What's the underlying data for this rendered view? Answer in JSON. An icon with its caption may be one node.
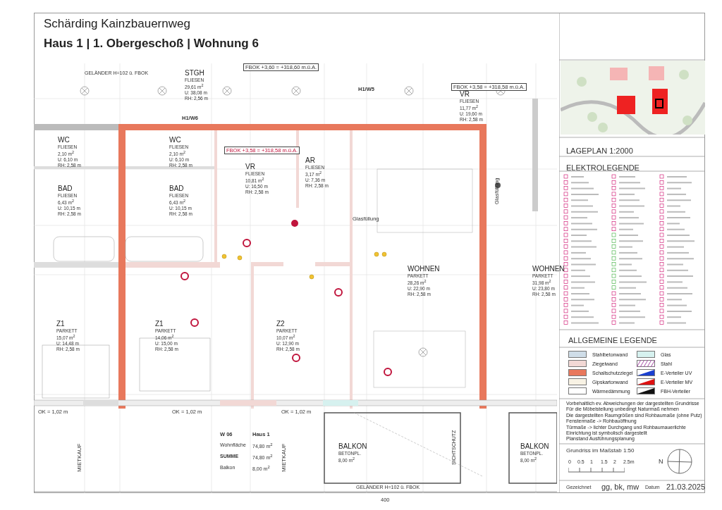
{
  "diagram": {
    "title": "Schärding Kainzbauernweg",
    "caption": "Haus 1 | 1. Obergeschoß | Wohnung 6",
    "nodes": [
      {
        "text": [
          "STGH",
          "FLIESEN",
          "29,61 m$^{2}$",
          "U: 38,08 m",
          "RH: 2,56 m"
        ]
      },
      {
        "text": [
          "VR",
          "FLIESEN",
          "11,77 m$^{2}$",
          "U: 19,60 m",
          "RH: 2,58 m"
        ]
      },
      {
        "text": [
          "WC",
          "FLIESEN",
          "2,10 m$^{2}$",
          "U: 6,10 m",
          "RH: 2,58 m"
        ]
      },
      {
        "text": [
          "WC",
          "FLIESEN",
          "2,10 m$^{2}$",
          "U: 6,10 m",
          "RH: 2,58 m"
        ]
      },
      {
        "text": [
          "BAD",
          "FLIESEN",
          "6,43 m$^{2}$",
          "U: 10,15 m",
          "RH: 2,58 m"
        ]
      },
      {
        "text": [
          "BAD",
          "FLIESEN",
          "6,43 m$^{2}$",
          "U: 10,15 m",
          "RH: 2,58 m"
        ]
      },
      {
        "text": [
          "VR",
          "FLIESEN",
          "10,81 m$^{2}$",
          "U: 16,50 m",
          "RH: 2,58 m"
        ]
      },
      {
        "text": [
          "AR",
          "FLIESEN",
          "3,17 m$^{2}$",
          "U: 7,36 m",
          "RH: 2,58 m"
        ]
      },
      {
        "text": [
          "WOHNEN",
          "PARKETT",
          "28,26 m$^{2}$",
          "U: 22,90 m",
          "RH: 2,58 m"
        ]
      },
      {
        "text": [
          "WOHNEN",
          "PARKETT",
          "31,98 m$^{2}$",
          "U: 23,80 m",
          "RH: 2,58 m"
        ]
      },
      {
        "text": [
          "Z1",
          "PARKETT",
          "15,07 m$^{2}$",
          "U: 14,48 m",
          "RH: 2,58 m"
        ]
      },
      {
        "text": [
          "Z1",
          "PARKETT",
          "14,06 m$^{2}$",
          "U: 15,00 m",
          "RH: 2,58 m"
        ]
      },
      {
        "text": [
          "Z2",
          "PARKETT",
          "10,07 m$^{2}$",
          "U: 12,90 m",
          "RH: 2,58 m"
        ]
      },
      {
        "text": [
          "BALKON",
          "BETONPL.",
          "8,00 m$^{2}$"
        ]
      },
      {
        "text": [
          "BALKON",
          "BETONPL.",
          "8,00 m$^{2}$"
        ]
      }
    ],
    "labels": [
      "FBOK +3,60 = +318,60 m.ü.A.",
      "GELÄNDER H=102 ü. FBOK",
      "H1/W5",
      "FBOK +3,58 = +318,58 m.ü.A.",
      "H1/W6",
      "FBOK +3,58 = +318,58 m.ü.A.",
      "Glasfüllung",
      "Glasfüllung",
      "OK = 1,02 m",
      "OK = 1,02 m",
      "OK = 1,02 m",
      "MIETKAUF",
      "W 06",
      "Haus 1",
      "Wohnfläche",
      "74,80 m$^{2}$",
      "SUMME",
      "74,80 m$^{2}$",
      "Balkon",
      "8,00 m$^{2}$",
      "MIETKAUF",
      "SICHTSCHUTZ",
      "GELÄNDER H=102 ü. FBOK",
      "400",
      "LAGEPLAN 1:2000",
      "ELEKTROLEGENDE",
      "ALLGEMEINE LEGENDE",
      "Vorbehaltlich ev. Abweichungen der dargestellten Grundrisse",
      "Für die Möbelstellung unbedingt Naturmaß nehmen",
      "Die dargestellten Raumgrößen sind Rohbaumaße (ohne Putz)",
      "Fenstermaße -> Rohbauöffnung",
      "Türmaße -> lichter Durchgang und Rohbaumauerlichte",
      "Einrichtung ist symbolisch dargestellt",
      "Planstand Ausführungsplanung",
      "Grundriss im Maßstab 1:50",
      "0",
      "0.5",
      "1",
      "1.5",
      "2",
      "2.5m",
      "N",
      "Gezeichnet",
      "gg, bk, mw",
      "Datum",
      "21.03.2025"
    ],
    "legend": [
      {
        "text": "Stahlbetonwand",
        "color": "#cfdde8"
      },
      {
        "text": "Ziegelwand",
        "color": "#f2d8d5"
      },
      {
        "text": "Schallschutzziegel",
        "color": "#e8785c"
      },
      {
        "text": "Gipskartonwand",
        "color": "#f8f2e4"
      },
      {
        "text": "Wärmedämmung",
        "color": "#ffffff"
      },
      {
        "text": "Glas",
        "color": "#d6f1ef"
      },
      {
        "text": "Stahl"
      },
      {
        "text": "E-Verteiler UV"
      },
      {
        "text": "E-Verteiler MV"
      },
      {
        "text": "FBH-Verteiler"
      }
    ]
  }
}
